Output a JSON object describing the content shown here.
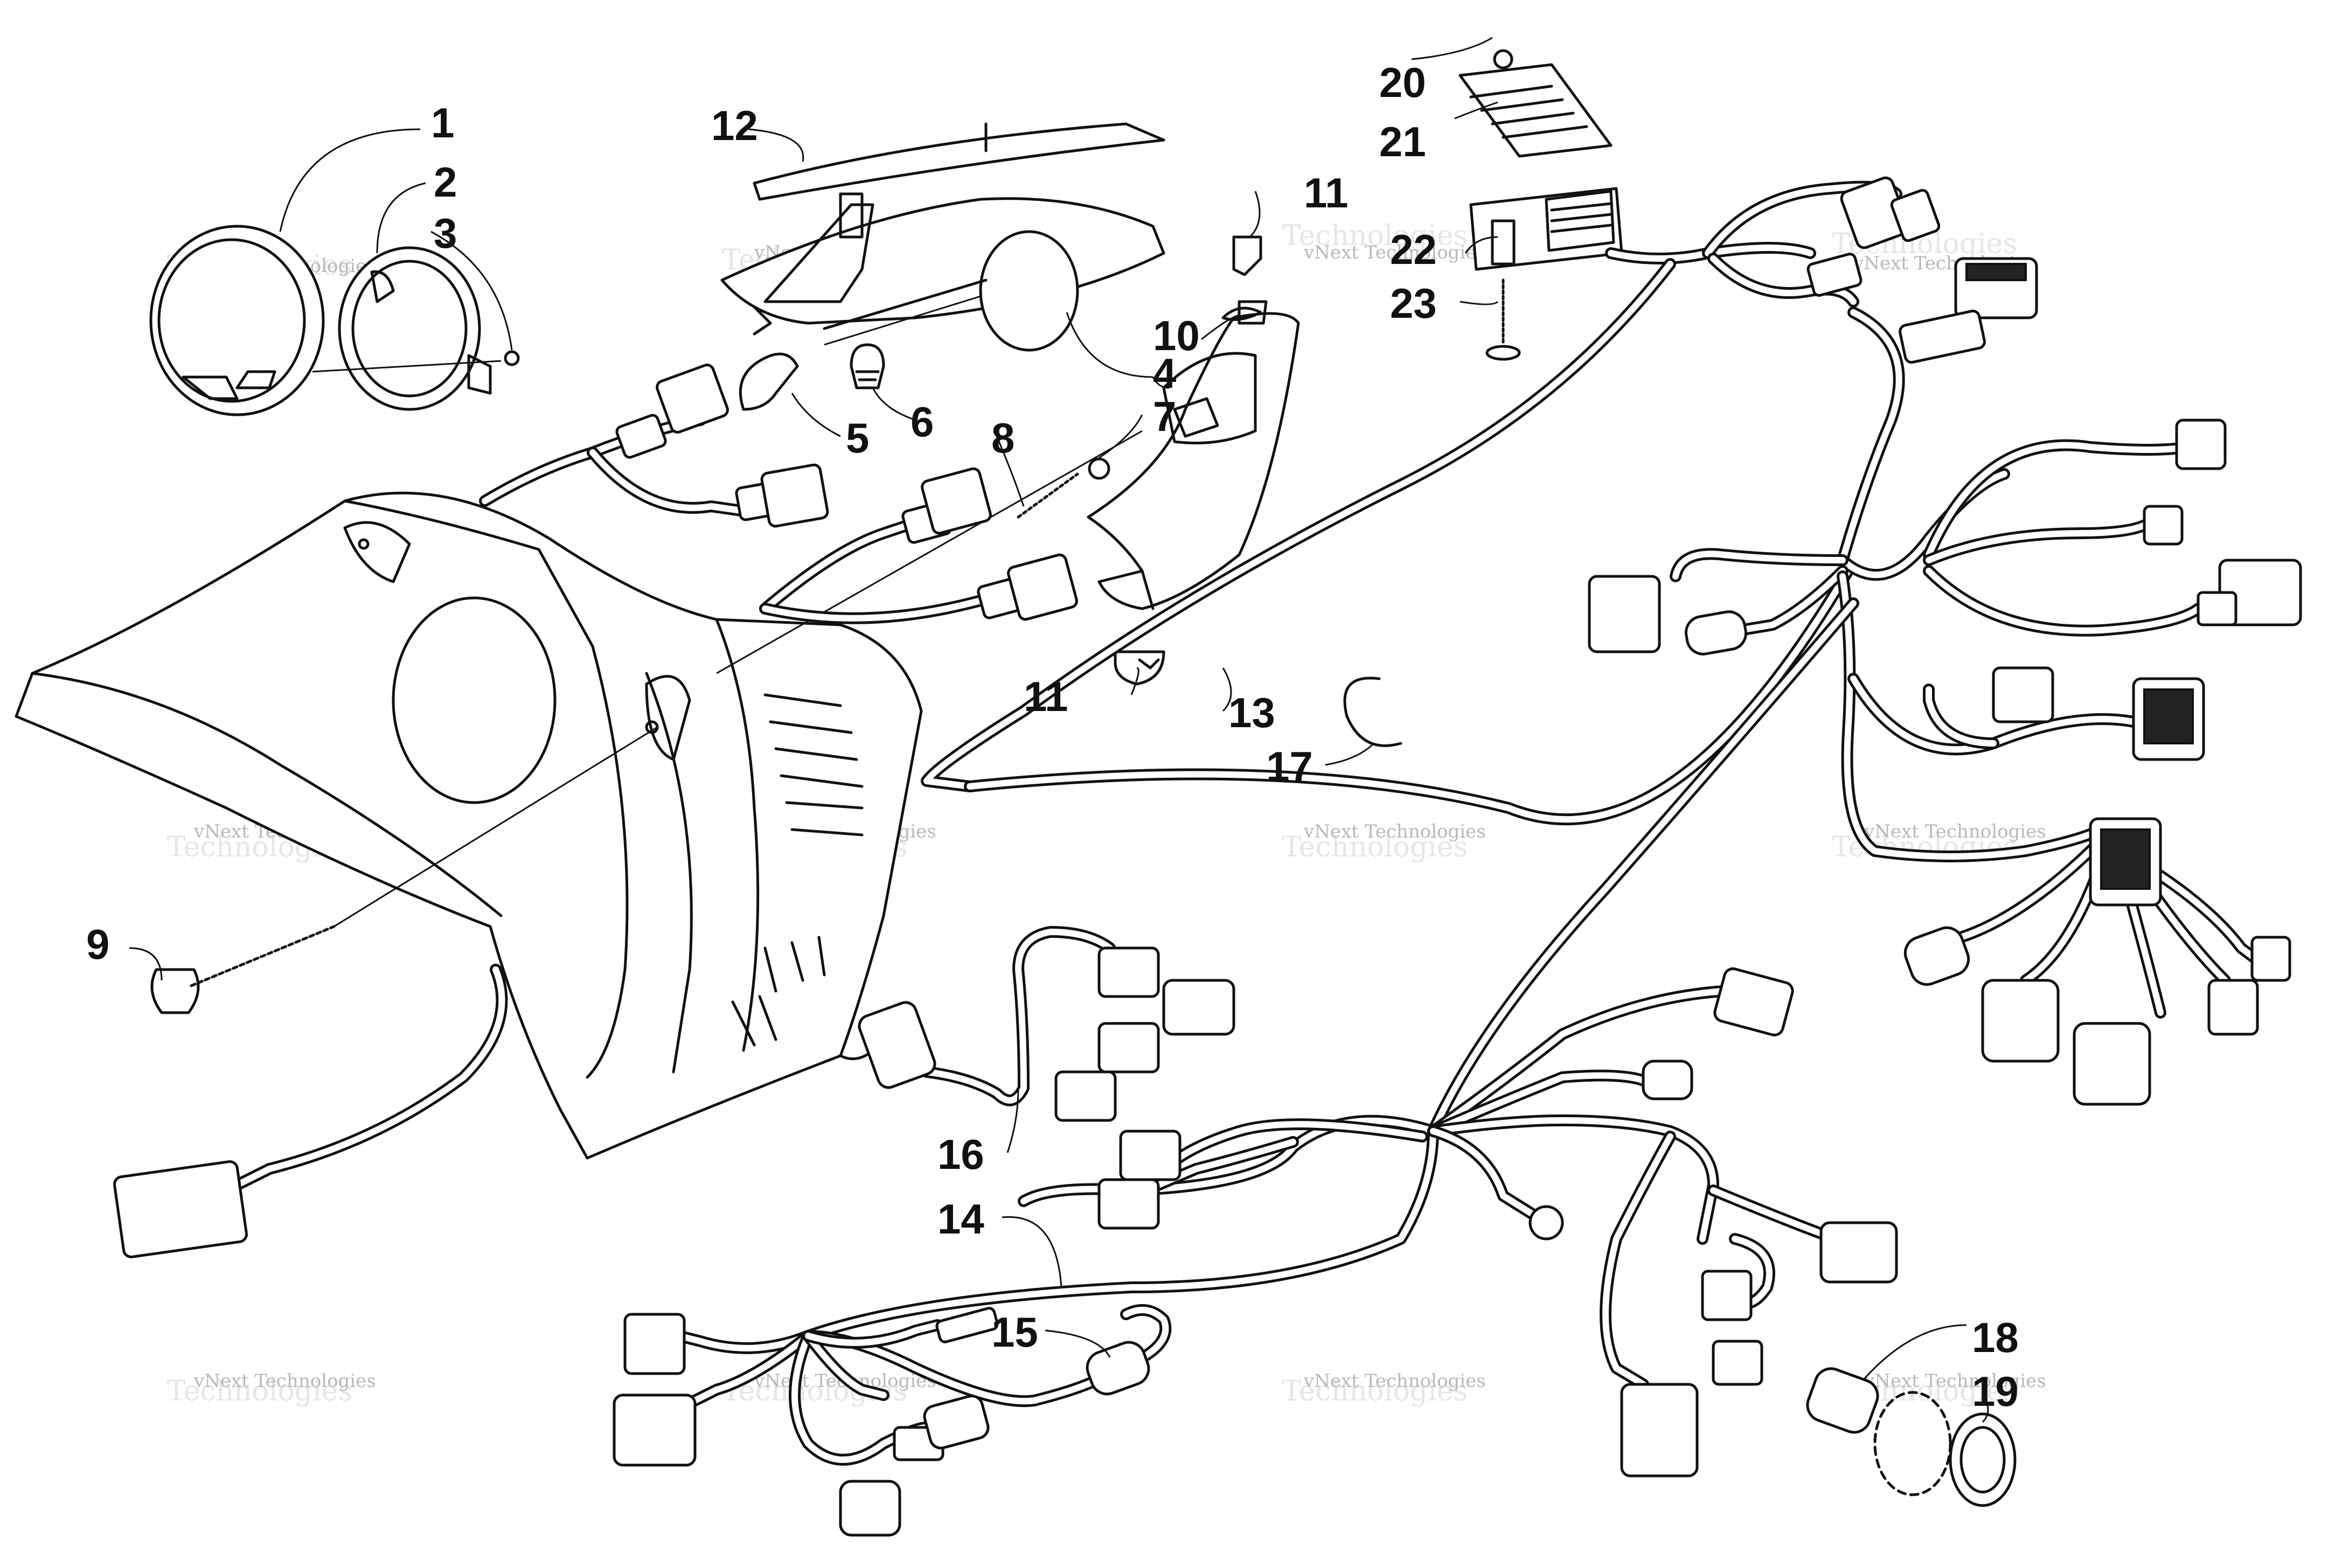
{
  "watermark": {
    "line1": "vNext Technologies",
    "line2": "Technologies"
  },
  "callouts": [
    "1",
    "2",
    "3",
    "4",
    "5",
    "6",
    "7",
    "8",
    "9",
    "10",
    "11",
    "11",
    "12",
    "13",
    "14",
    "15",
    "16",
    "17",
    "18",
    "19",
    "20",
    "21",
    "22",
    "23"
  ]
}
